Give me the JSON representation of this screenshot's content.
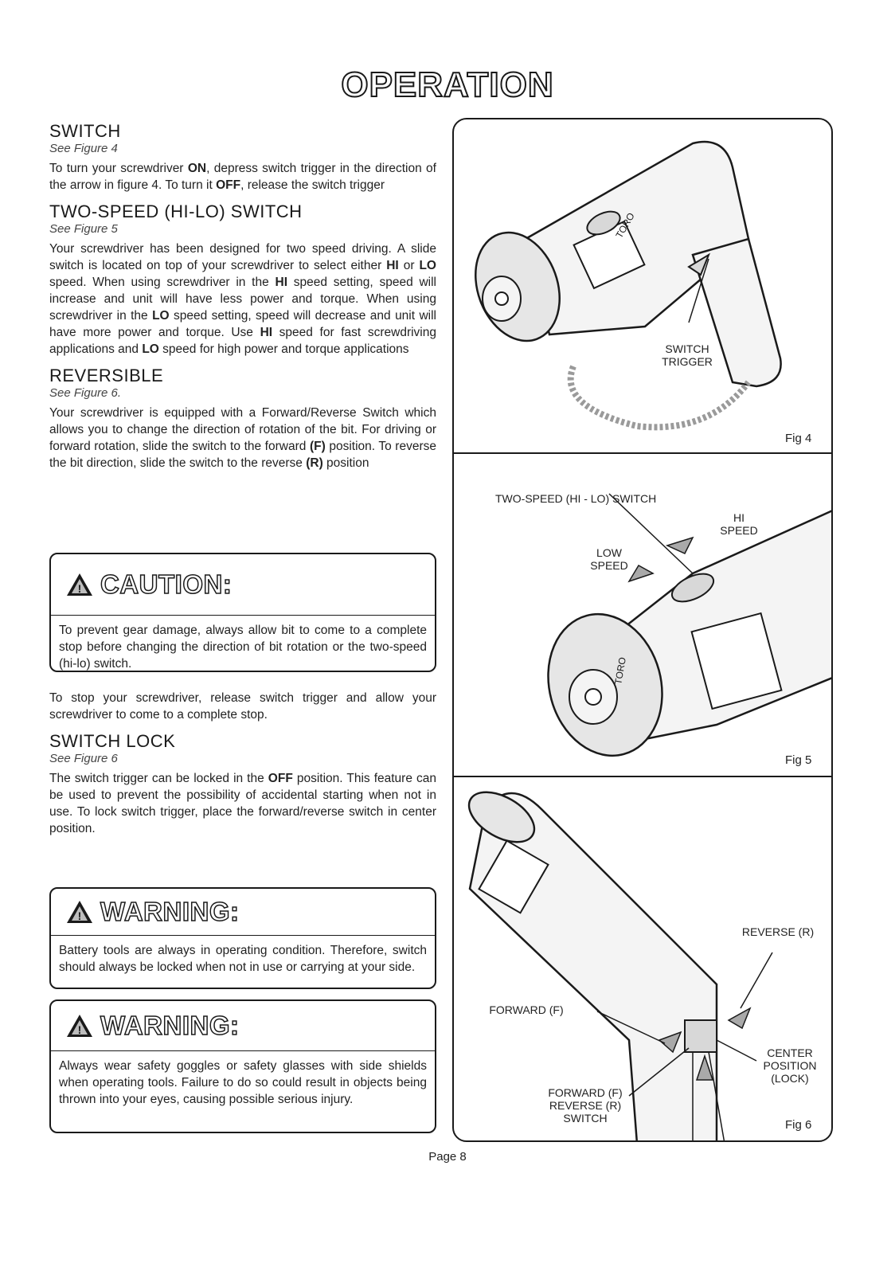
{
  "page": {
    "title": "OPERATION",
    "page_number": "Page 8"
  },
  "sections": {
    "switch": {
      "heading": "SWITCH",
      "see": "See Figure 4",
      "text_a": "To turn your screwdriver ",
      "on": "ON",
      "text_b": ", depress switch trigger in the direction of the arrow in figure 4. To turn it ",
      "off": "OFF",
      "text_c": ", release the switch trigger"
    },
    "two_speed": {
      "heading": "TWO-SPEED (HI-LO) SWITCH",
      "see": "See Figure 5",
      "t1": "Your screwdriver has been designed for two speed driving. A slide switch is located on top of your screwdriver to select either ",
      "hi": "HI",
      "t2": " or ",
      "lo": "LO",
      "t3": " speed. When using screwdriver in the ",
      "t4": " speed setting, speed will increase and unit will have less power and torque. When using screwdriver in the ",
      "t5": " speed setting, speed will decrease and unit will have more power and torque. Use ",
      "t6": " speed for fast screwdriving applications and ",
      "t7": " speed for high power and torque applications"
    },
    "reversible": {
      "heading": "REVERSIBLE",
      "see": "See Figure 6.",
      "t1": "Your screwdriver is equipped with a Forward/Reverse Switch which allows you to change the direction of rotation of the bit. For driving or forward rotation, slide the switch to the forward ",
      "f": "(F)",
      "t2": " position. To reverse the bit direction, slide the switch to the reverse ",
      "r": "(R)",
      "t3": " position"
    },
    "stop_text": "To stop your screwdriver, release switch trigger and allow your screwdriver to come to a complete stop.",
    "switch_lock": {
      "heading": "SWITCH LOCK",
      "see": "See Figure 6",
      "t1": "The switch trigger can be locked in the ",
      "off": "OFF",
      "t2": " position. This feature can be used to prevent the possibility of accidental starting when not in use. To lock switch trigger, place the forward/reverse switch in center position."
    }
  },
  "alerts": {
    "caution": {
      "title": "CAUTION:",
      "body": "To prevent gear damage, always allow bit to come to a complete stop before changing the direction of bit rotation or the two-speed (hi-lo) switch."
    },
    "warning1": {
      "title": "WARNING:",
      "body": "Battery tools are always in operating condition. Therefore, switch should always be locked when not in use or carrying at your side."
    },
    "warning2": {
      "title": "WARNING:",
      "body": "Always wear safety goggles or safety glasses with side shields when operating tools. Failure to do so could result in objects being thrown into your eyes, causing possible serious injury."
    }
  },
  "figures": {
    "fig4": {
      "label": "Fig 4",
      "callout_switch": "SWITCH",
      "callout_trigger": "TRIGGER",
      "brand": "TORO"
    },
    "fig5": {
      "label": "Fig 5",
      "callout_two_speed": "TWO-SPEED (HI - LO) SWITCH",
      "callout_hi": "HI",
      "callout_hi_speed": "SPEED",
      "callout_low": "LOW",
      "callout_low_speed": "SPEED",
      "brand": "TORO"
    },
    "fig6": {
      "label": "Fig 6",
      "callout_reverse": "REVERSE (R)",
      "callout_forward": "FORWARD (F)",
      "callout_fr_1": "FORWARD (F)",
      "callout_fr_2": "REVERSE (R)",
      "callout_fr_3": "SWITCH",
      "callout_center_1": "CENTER",
      "callout_center_2": "POSITION",
      "callout_center_3": "(LOCK)"
    }
  },
  "colors": {
    "ink": "#1a1a1a",
    "tool_fill": "#f4f4f4",
    "tool_shade": "#d8d8d8"
  }
}
